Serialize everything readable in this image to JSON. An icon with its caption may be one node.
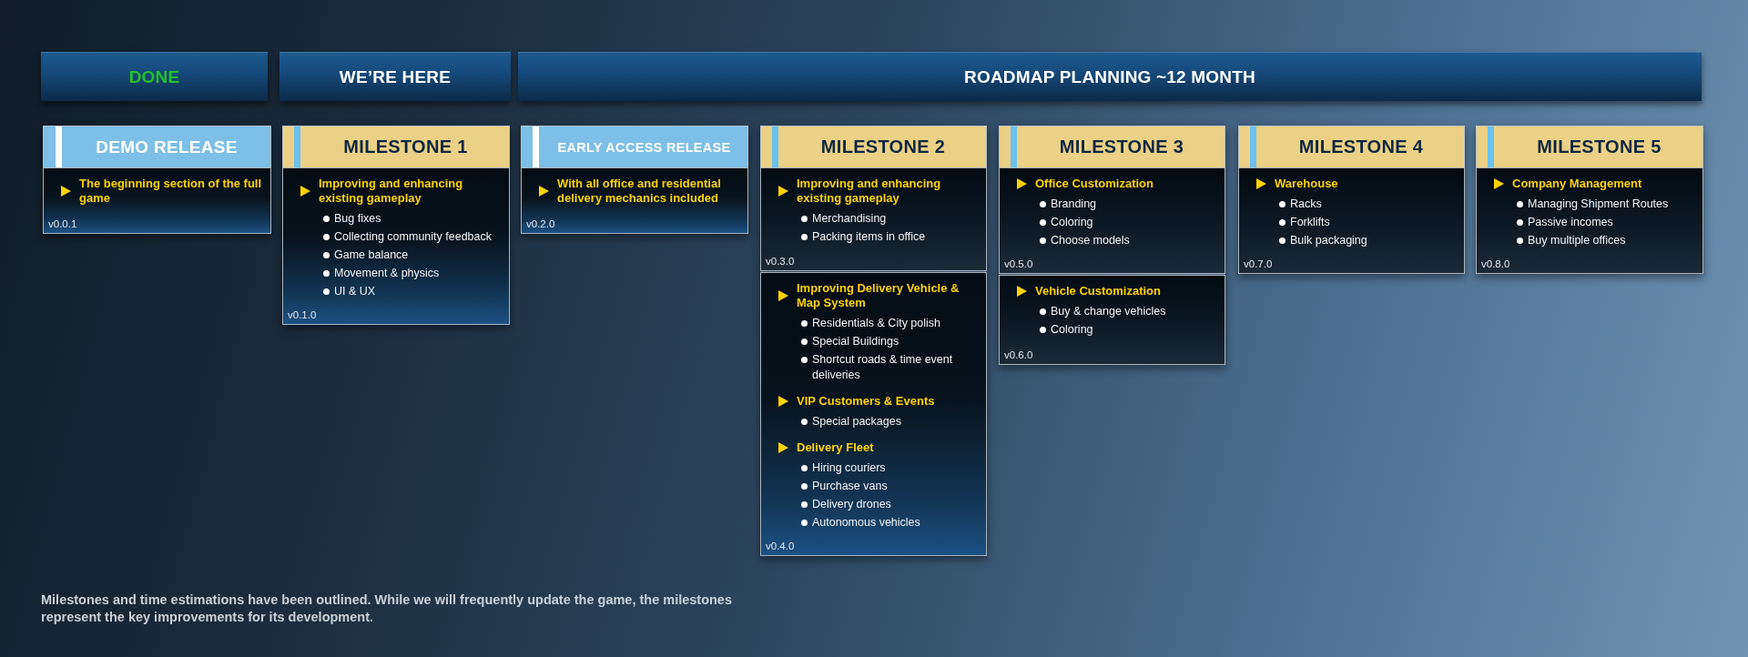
{
  "diagram": {
    "nodes": [
      {
        "text": [
          "DONE"
        ]
      },
      {
        "text": [
          "WE’RE HERE"
        ]
      },
      {
        "text": [
          "ROADMAP PLANNING ~12 MONTH"
        ]
      },
      {
        "text": [
          "DEMO RELEASE"
        ]
      },
      {
        "text": [
          "The beginning section of the full game",
          "v0.0.1"
        ],
        "in": 3
      },
      {
        "text": [
          "MILESTONE 1"
        ]
      },
      {
        "text": [
          "Improving and enhancing existing gameplay",
          "Bug fixes",
          "Collecting community feedback",
          "Game balance",
          "Movement & physics",
          "UI & UX",
          "v0.1.0"
        ],
        "in": 5
      },
      {
        "text": [
          "EARLY ACCESS RELEASE"
        ]
      },
      {
        "text": [
          "With all office and residential delivery mechanics included",
          "v0.2.0"
        ],
        "in": 7
      },
      {
        "text": [
          "MILESTONE 2"
        ]
      },
      {
        "text": [
          "Improving and enhancing existing gameplay",
          "Merchandising",
          "Packing items in office",
          "v0.3.0"
        ],
        "in": 9
      },
      {
        "text": [
          "Improving Delivery Vehicle & Map System",
          "Residentials & City polish",
          "Special Buildings",
          "Shortcut roads & time event deliveries",
          "VIP Customers & Events",
          "Special packages",
          "Delivery Fleet",
          "Hiring couriers",
          "Purchase vans",
          "Delivery drones",
          "Autonomous vehicles",
          "v0.4.0"
        ],
        "in": 9
      },
      {
        "text": [
          "MILESTONE 3"
        ]
      },
      {
        "text": [
          "Office Customization",
          "Branding",
          "Coloring",
          "Choose models",
          "v0.5.0"
        ],
        "in": 12
      },
      {
        "text": [
          "Vehicle Customization",
          "Buy & change vehicles",
          "Coloring",
          "v0.6.0"
        ],
        "in": 12
      },
      {
        "text": [
          "MILESTONE 4"
        ]
      },
      {
        "text": [
          "Warehouse",
          "Racks",
          "Forklifts",
          "Bulk packaging",
          "v0.7.0"
        ],
        "in": 15
      },
      {
        "text": [
          "MILESTONE 5"
        ]
      },
      {
        "text": [
          "Company Management",
          "Managing Shipment Routes",
          "Passive incomes",
          "Buy multiple offices",
          "v0.8.0"
        ],
        "in": 17
      }
    ],
    "caption": "Milestones and time estimations have been outlined. While we will frequently update the game, the milestones represent the key improvements for its development."
  }
}
